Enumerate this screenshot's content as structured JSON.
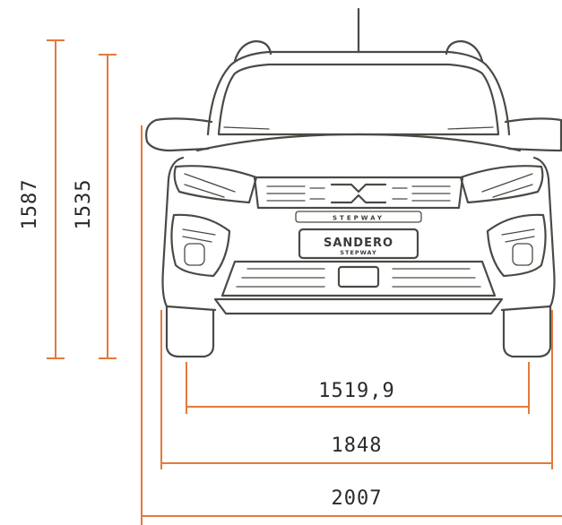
{
  "badge": {
    "model": "SANDERO",
    "trim": "STEPWAY",
    "grille_word": "STEPWAY"
  },
  "dimensions": {
    "overall_height_roof_bars": "1587",
    "body_height": "1535",
    "track_width": "1519,9",
    "body_width": "1848",
    "width_with_mirrors": "2007"
  },
  "colors": {
    "dimension_line": "#e4793a",
    "outline": "#4a4a45",
    "text": "#2a2a2a"
  }
}
